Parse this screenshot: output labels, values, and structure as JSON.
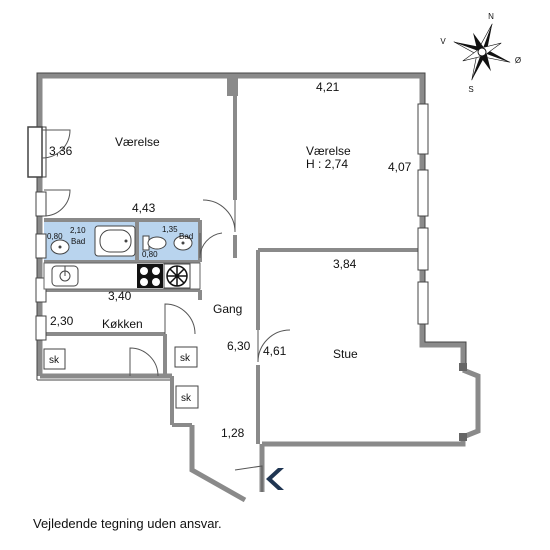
{
  "labels": {
    "room_top_left": "Værelse",
    "room_top_right": "Værelse",
    "room_top_right_height": "H : 2,74",
    "bath_left": "Bad",
    "bath_right": "Bad",
    "kitchen": "Køkken",
    "hall": "Gang",
    "living": "Stue",
    "sk1": "sk",
    "sk2": "sk",
    "sk3": "sk"
  },
  "dimensions": {
    "vaerelse1_depth": "3,36",
    "vaerelse1_width": "4,43",
    "vaerelse2_width": "4,21",
    "vaerelse2_depth": "4,07",
    "bad1_a": "0,80",
    "bad1_b": "2,10",
    "bad2_a": "1,35",
    "bad2_b": "0,80",
    "kitchen_width": "3,40",
    "kitchen_depth": "2,30",
    "gang_length": "6,30",
    "gang_lower": "1,28",
    "stue_width": "3,84",
    "stue_depth": "4,61"
  },
  "compass": {
    "n": "N",
    "v": "V",
    "o": "Ø",
    "s": "S"
  },
  "footer": "Vejledende tegning uden ansvar.",
  "colors": {
    "wall": "#8a8a8a",
    "bath": "#b9d4ee",
    "entrance_arrow": "#1f3552"
  }
}
